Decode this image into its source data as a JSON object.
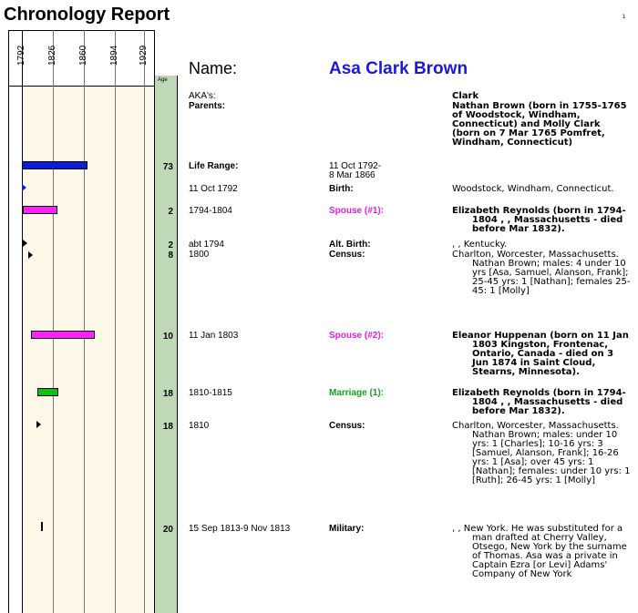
{
  "report": {
    "title": "Chronology Report",
    "page_number": "1"
  },
  "timeline": {
    "years": [
      "1792",
      "1826",
      "1860",
      "1894",
      "1929"
    ],
    "age_header": "Age"
  },
  "person": {
    "name_label": "Name:",
    "name": "Asa Clark Brown"
  },
  "aka": {
    "aka_label": "AKA's:",
    "parents_label": "Parents:",
    "aka_value": "Clark",
    "parents_value": "Nathan Brown (born in 1755-1765 of Woodstock, Windham, Connecticut) and Molly Clark (born on 7 Mar 1765 Pomfret, Windham, Connecticut)"
  },
  "events": [
    {
      "age": "73",
      "date": "Life Range:",
      "label": "11 Oct 1792-\n8 Mar 1866",
      "desc": "",
      "date_bold": true,
      "label_bold": false,
      "color": ""
    },
    {
      "age": "",
      "date": "11 Oct 1792",
      "label": "Birth:",
      "desc": "Woodstock, Windham, Connecticut.",
      "color": ""
    },
    {
      "age": "2",
      "date": "1794-1804",
      "label": "Spouse (#1):",
      "desc": "Elizabeth Reynolds (born in 1794-1804 , , Massachusetts - died before   Mar  1832).",
      "color": "pink"
    },
    {
      "age": "2",
      "date": "abt    1794",
      "label": "Alt. Birth:",
      "desc": ", , Kentucky.",
      "color": ""
    },
    {
      "age": "8",
      "date": "1800",
      "label": "Census:",
      "desc": "Charlton, Worcester, Massachusetts.  Nathan Brown; males: 4 under 10 yrs [Asa, Samuel, Alanson, Frank]; 25-45 yrs: 1 [Nathan]; females 25-45: 1 [Molly]",
      "color": ""
    },
    {
      "age": "10",
      "date": "11 Jan 1803",
      "label": "Spouse (#2):",
      "desc": "Eleanor Huppenan (born on 11 Jan 1803 Kingston, Frontenac, Ontario, Canada - died on 3 Jun 1874 in Saint Cloud, Stearns, Minnesota).",
      "color": "pink"
    },
    {
      "age": "18",
      "date": "1810-1815",
      "label": "Marriage (1):",
      "desc": "Elizabeth Reynolds (born in 1794-1804 , , Massachusetts - died before   Mar  1832).",
      "color": "green"
    },
    {
      "age": "18",
      "date": "1810",
      "label": "Census:",
      "desc": "Charlton, Worcester, Massachusetts.  Nathan Brown; males: under 10 yrs: 1 [Charles]; 10-16 yrs: 3 [Samuel, Alanson, Frank]; 16-26 yrs: 1 [Asa]; over 45 yrs: 1 [Nathan]; females: under 10 yrs: 1 [Ruth]; 26-45 yrs: 1 [Molly]",
      "color": ""
    },
    {
      "age": "20",
      "date": "15 Sep 1813-9 Nov 1813",
      "label": "Military:",
      "desc": ", , New York.  He was substituted for a man drafted at Cherry Valley, Otsego, New York by the surname of Thomas. Asa was a private in Captain Ezra [or Levi] Adams' Company of New York",
      "color": ""
    }
  ],
  "colors": {
    "life_bar": "#0a1ed8",
    "spouse_bar": "#ff20ff",
    "marriage_bar": "#10c010",
    "name": "#1a1ad6",
    "age_column": "#bfd8b8",
    "timeline_bg": "#fdf8ea"
  }
}
